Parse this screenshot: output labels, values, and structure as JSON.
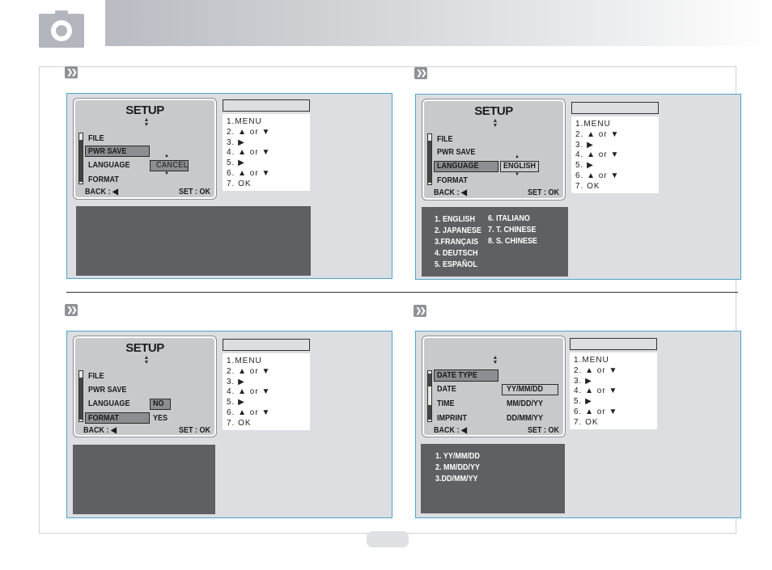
{
  "s1": {
    "lcd": {
      "title": "SETUP",
      "items": [
        "FILE",
        "PWR SAVE",
        "LANGUAGE",
        "FORMAT"
      ],
      "value": "CANCEL",
      "back": "BACK :",
      "set": "SET : OK"
    },
    "steps": [
      "1.MENU",
      "2. ▲ or ▼",
      "3. ▶",
      "4. ▲ or ▼",
      "5. ▶",
      "6. ▲ or ▼",
      "7. OK"
    ]
  },
  "s2": {
    "lcd": {
      "title": "SETUP",
      "items": [
        "FILE",
        "PWR SAVE",
        "LANGUAGE",
        "FORMAT"
      ],
      "value": "ENGLISH",
      "back": "BACK :",
      "set": "SET : OK"
    },
    "steps": [
      "1.MENU",
      "2. ▲ or ▼",
      "3. ▶",
      "4. ▲ or ▼",
      "5. ▶",
      "6. ▲ or ▼",
      "7. OK"
    ],
    "languages": [
      "1. ENGLISH",
      "2. JAPANESE",
      "3.FRANÇAIS",
      "4. DEUTSCH",
      "5. ESPAÑOL",
      "6. ITALIANO",
      "7. T.  CHINESE",
      "8. S. CHINESE"
    ]
  },
  "s3": {
    "lcd": {
      "title": "SETUP",
      "items": [
        "FILE",
        "PWR SAVE",
        "LANGUAGE",
        "FORMAT"
      ],
      "opt_no": "NO",
      "opt_yes": "YES",
      "back": "BACK :",
      "set": "SET : OK"
    },
    "steps": [
      "1.MENU",
      "2. ▲ or ▼",
      "3. ▶",
      "4. ▲ or ▼",
      "5. ▶",
      "6. ▲ or ▼",
      "7. OK"
    ]
  },
  "s4": {
    "lcd": {
      "items": [
        "DATE  TYPE",
        "DATE",
        "TIME",
        "IMPRINT"
      ],
      "values": [
        "YY/MM/DD",
        "MM/DD/YY",
        "DD/MM/YY"
      ],
      "back": "BACK :",
      "set": "SET : OK"
    },
    "steps": [
      "1.MENU",
      "2. ▲ or ▼",
      "3. ▶",
      "4. ▲ or ▼",
      "5. ▶",
      "6. ▲ or ▼",
      "7. OK"
    ],
    "formats": [
      "1.  YY/MM/DD",
      "2. MM/DD/YY",
      "3.DD/MM/YY"
    ]
  },
  "icons": {
    "header": "camera-icon",
    "section": "double-chevron-right-icon"
  },
  "colors": {
    "panel_border": "#4fa4c9",
    "panel_bg": "#dcdee2",
    "desc_bg": "#5f6063",
    "lcd_bg": "#c8c9cb"
  }
}
